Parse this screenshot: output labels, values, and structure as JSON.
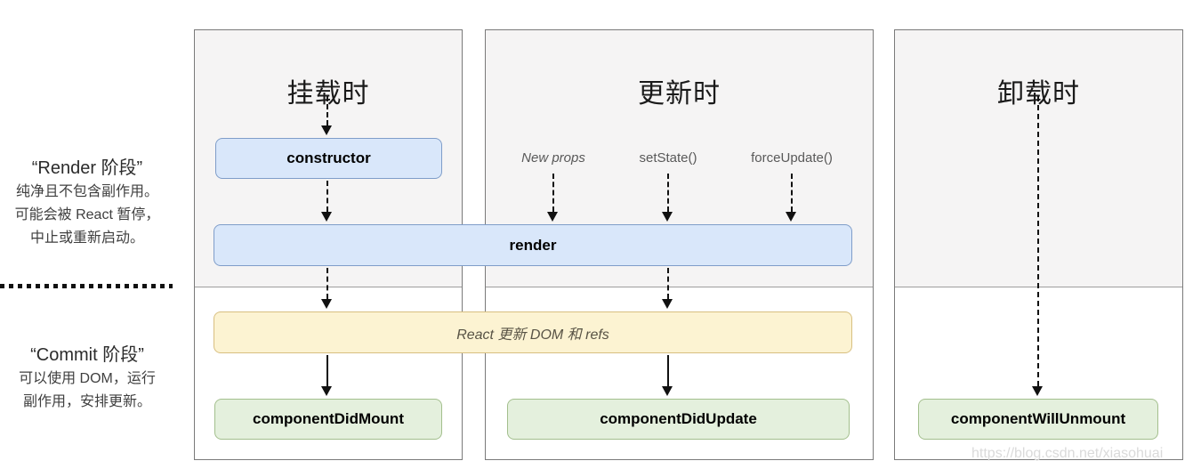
{
  "sidebar": {
    "render_phase": {
      "title": "“Render 阶段”",
      "lines": [
        "纯净且不包含副作用。",
        "可能会被 React 暂停，",
        "中止或重新启动。"
      ]
    },
    "commit_phase": {
      "title": "“Commit 阶段”",
      "lines": [
        "可以使用 DOM，运行",
        "副作用，安排更新。"
      ]
    }
  },
  "columns": {
    "mounting": {
      "title": "挂载时"
    },
    "updating": {
      "title": "更新时",
      "triggers": [
        "New props",
        "setState()",
        "forceUpdate()"
      ]
    },
    "unmounting": {
      "title": "卸载时"
    }
  },
  "boxes": {
    "constructor": "constructor",
    "render": "render",
    "react_updates": "React 更新 DOM 和 refs",
    "component_did_mount": "componentDidMount",
    "component_did_update": "componentDidUpdate",
    "component_will_unmount": "componentWillUnmount"
  },
  "watermark": "https://blog.csdn.net/xiasohuai",
  "colors": {
    "box_blue_fill": "#d9e7fa",
    "box_blue_border": "#7f9dc9",
    "box_yellow_fill": "#fcf3d2",
    "box_yellow_border": "#d8bf80",
    "box_green_fill": "#e4f0dd",
    "box_green_border": "#a3bf8d",
    "column_bg_top": "#f5f4f4",
    "column_border": "#7a7a7a"
  }
}
